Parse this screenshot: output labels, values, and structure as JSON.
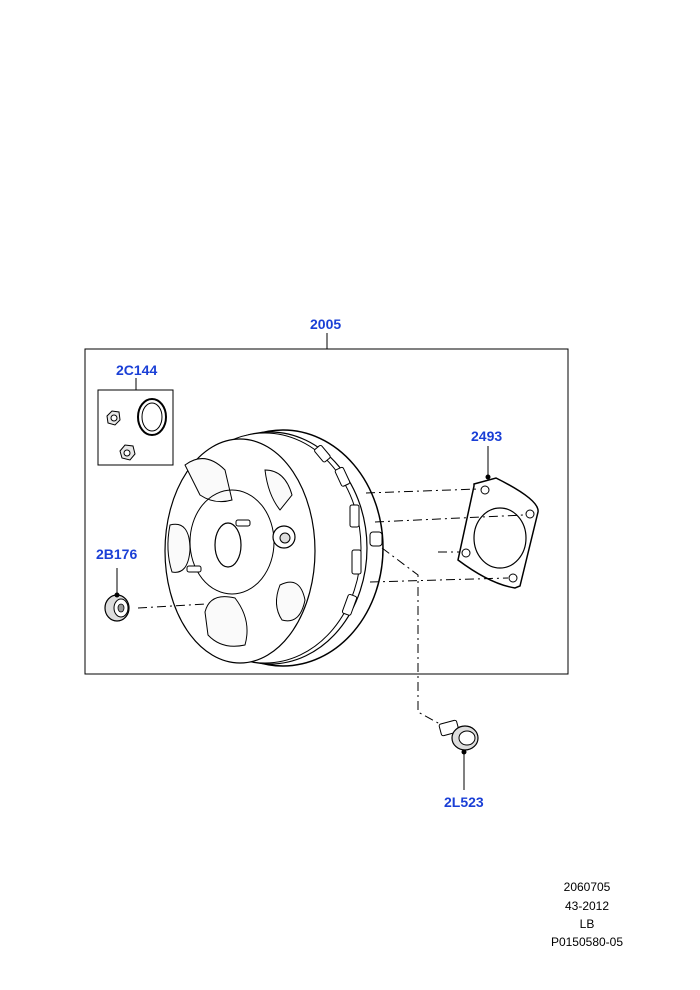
{
  "accent_color": "#1a3fd6",
  "callouts": {
    "booster": "2005",
    "nut_kit": "2C144",
    "gasket": "2493",
    "grommet": "2B176",
    "check_valve": "2L523"
  },
  "footer": {
    "line1": "2060705",
    "line2": "43-2012",
    "line3": "LB",
    "line4": "P0150580-05"
  }
}
